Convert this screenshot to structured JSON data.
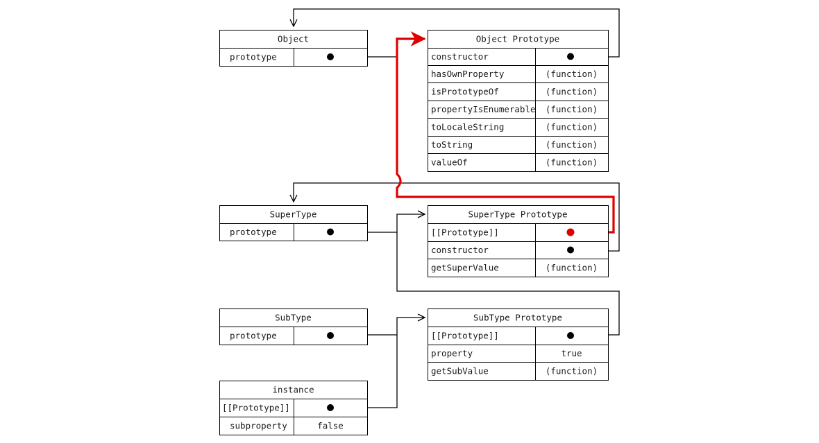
{
  "colors": {
    "line": "#000000",
    "highlight": "#e00000"
  },
  "boxes": {
    "object": {
      "title": "Object",
      "rows": [
        {
          "label": "prototype",
          "value": ""
        }
      ]
    },
    "object_proto": {
      "title": "Object Prototype",
      "rows": [
        {
          "label": "constructor",
          "value": ""
        },
        {
          "label": "hasOwnProperty",
          "value": "(function)"
        },
        {
          "label": "isPrototypeOf",
          "value": "(function)"
        },
        {
          "label": "propertyIsEnumerable",
          "value": "(function)"
        },
        {
          "label": "toLocaleString",
          "value": "(function)"
        },
        {
          "label": "toString",
          "value": "(function)"
        },
        {
          "label": "valueOf",
          "value": "(function)"
        }
      ]
    },
    "supertype": {
      "title": "SuperType",
      "rows": [
        {
          "label": "prototype",
          "value": ""
        }
      ]
    },
    "supertype_proto": {
      "title": "SuperType Prototype",
      "rows": [
        {
          "label": "[[Prototype]]",
          "value": ""
        },
        {
          "label": "constructor",
          "value": ""
        },
        {
          "label": "getSuperValue",
          "value": "(function)"
        }
      ]
    },
    "subtype": {
      "title": "SubType",
      "rows": [
        {
          "label": "prototype",
          "value": ""
        }
      ]
    },
    "subtype_proto": {
      "title": "SubType Prototype",
      "rows": [
        {
          "label": "[[Prototype]]",
          "value": ""
        },
        {
          "label": "property",
          "value": "true"
        },
        {
          "label": "getSubValue",
          "value": "(function)"
        }
      ]
    },
    "instance": {
      "title": "instance",
      "rows": [
        {
          "label": "[[Prototype]]",
          "value": ""
        },
        {
          "label": "subproperty",
          "value": "false"
        }
      ]
    }
  }
}
